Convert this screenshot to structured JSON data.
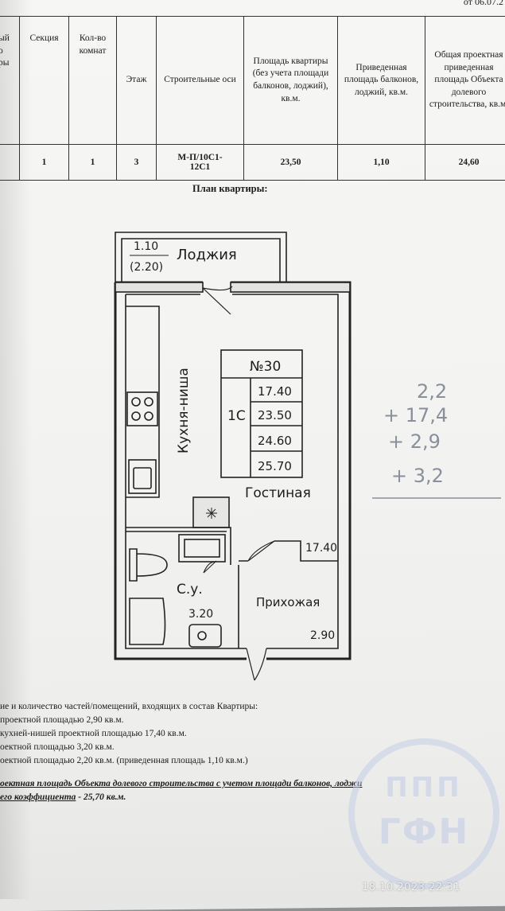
{
  "doc": {
    "date": "от 06.07.2",
    "plan_title": "План квартиры:"
  },
  "table": {
    "headers": [
      "ый\nо\nры",
      "Секция",
      "Кол-во комнат",
      "Этаж",
      "Строительные оси",
      "Площадь квартиры (без учета площади балконов, лоджий), кв.м.",
      "Приведенная площадь балконов, лоджий, кв.м.",
      "Общая проектная приведенная площадь Объекта долевого строительства, кв.м."
    ],
    "row": [
      "",
      "1",
      "1",
      "3",
      "М-П/10С1-\n12С1",
      "23,50",
      "1,10",
      "24,60"
    ]
  },
  "plan": {
    "loggia_area": "1.10",
    "loggia_area_full": "(2.20)",
    "loggia_label": "Лоджия",
    "kitchen_label": "Кухня-ниша",
    "box_number": "№30",
    "box_type": "1С",
    "box_values": [
      "17.40",
      "23.50",
      "24.60",
      "25.70"
    ],
    "living_label": "Гостиная",
    "living_area": "17.40",
    "hall_label": "Прихожая",
    "hall_area": "2.90",
    "bath_label": "С.у.",
    "bath_area": "3.20"
  },
  "handwriting": [
    "2,2",
    "+ 17,4",
    "+ 2,9",
    "+ 3,2"
  ],
  "legend": [
    "ие и количество частей/помещений, входящих в состав Квартиры:",
    "проектной площадью 2,90 кв.м.",
    "кухней-нишей проектной площадью 17,40 кв.м.",
    "оектной площадью 3,20 кв.м.",
    "оектной площадью 2,20 кв.м. (приведенная площадь 1,10 кв.м.)"
  ],
  "total": {
    "line1": "оектная площадь Объекта долевого строительства с учетом площади балконов, лоджи",
    "line2_prefix": "его коэффициента",
    "line2_value": " - 25,70 кв.м."
  },
  "stamp": {
    "top": "ППП",
    "bottom": "ГФН"
  },
  "timestamp": "18.10.2023  22:31"
}
